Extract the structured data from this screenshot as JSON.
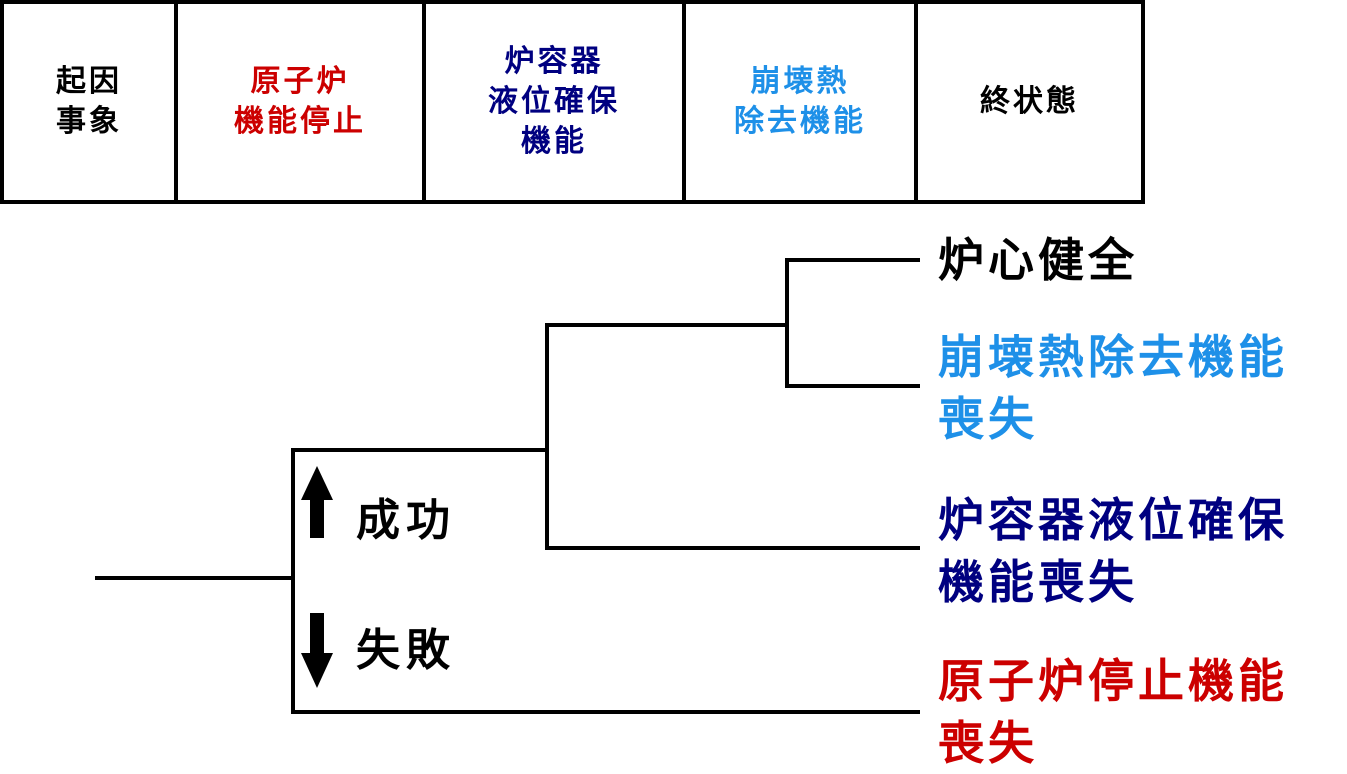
{
  "header": {
    "columns": [
      {
        "label": "起因\n事象",
        "color": "#000000"
      },
      {
        "label": "原子炉\n機能停止",
        "color": "#cc0000"
      },
      {
        "label": "炉容器\n液位確保\n機能",
        "color": "#000080"
      },
      {
        "label": "崩壊熱\n除去機能",
        "color": "#1e90e8"
      },
      {
        "label": "終状態",
        "color": "#000000"
      }
    ]
  },
  "legend": {
    "success": "成功",
    "failure": "失敗",
    "success_icon": "up-arrow",
    "failure_icon": "down-arrow"
  },
  "end_states": [
    {
      "label": "炉心健全",
      "color": "#000000"
    },
    {
      "label": "崩壊熱除去機能\n喪失",
      "color": "#1e90e8"
    },
    {
      "label": "炉容器液位確保\n機能喪失",
      "color": "#000080"
    },
    {
      "label": "原子炉停止機能\n喪失",
      "color": "#cc0000"
    }
  ]
}
